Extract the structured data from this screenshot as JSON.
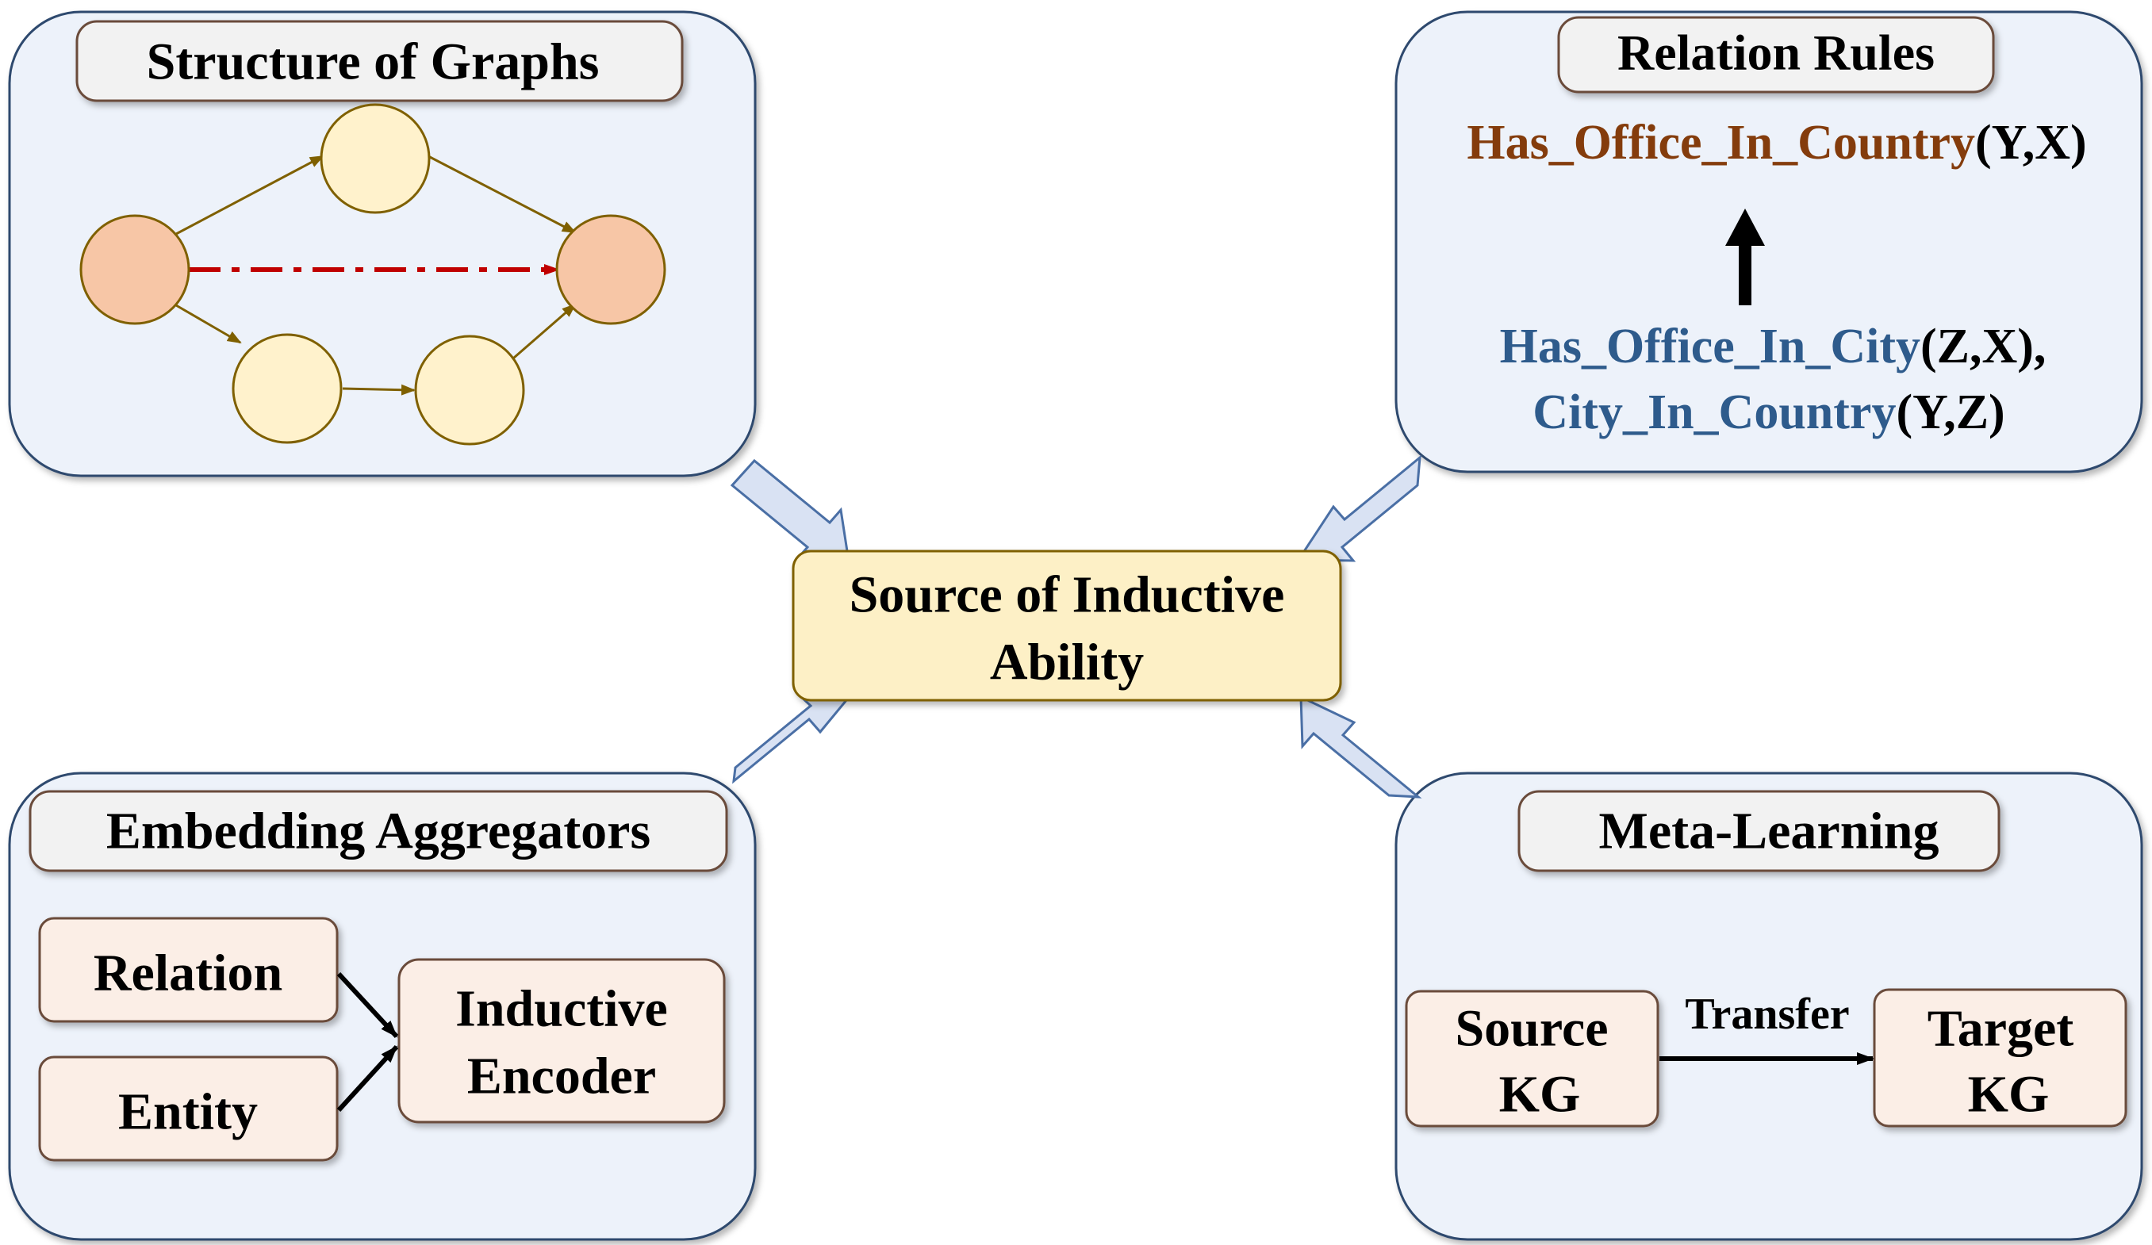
{
  "center": {
    "line1": "Source of Inductive",
    "line2": "Ability"
  },
  "structure_panel": {
    "title": "Structure of Graphs"
  },
  "rules_panel": {
    "title": "Relation Rules",
    "head_relation": "Has_Office_In_Country",
    "head_args": "(Y,X)",
    "body1_relation": "Has_Office_In_City",
    "body1_args": "(Z,X),",
    "body2_relation": "City_In_Country",
    "body2_args": "(Y,Z)"
  },
  "embedding_panel": {
    "title": "Embedding Aggregators",
    "relation": "Relation",
    "entity": "Entity",
    "encoder_line1": "Inductive",
    "encoder_line2": "Encoder"
  },
  "meta_panel": {
    "title": "Meta-Learning",
    "source_line1": "Source",
    "source_line2": "KG",
    "transfer": "Transfer",
    "target_line1": "Target",
    "target_line2": "KG"
  },
  "colors": {
    "panel_fill": "#edf2fa",
    "panel_stroke": "#2f4a6e",
    "title_fill": "#f2f2f2",
    "center_fill": "#fdf0c6",
    "node_yellow": "#fff2cc",
    "node_orange": "#f7c6a6",
    "node_stroke": "#7f6000",
    "dashed_red": "#c00000",
    "head_color": "#843c0c",
    "body_color": "#2e5b8c",
    "arrow_fill": "#d9e2f3",
    "arrow_stroke": "#4a6fa5",
    "box_fill": "#fbeee6"
  }
}
